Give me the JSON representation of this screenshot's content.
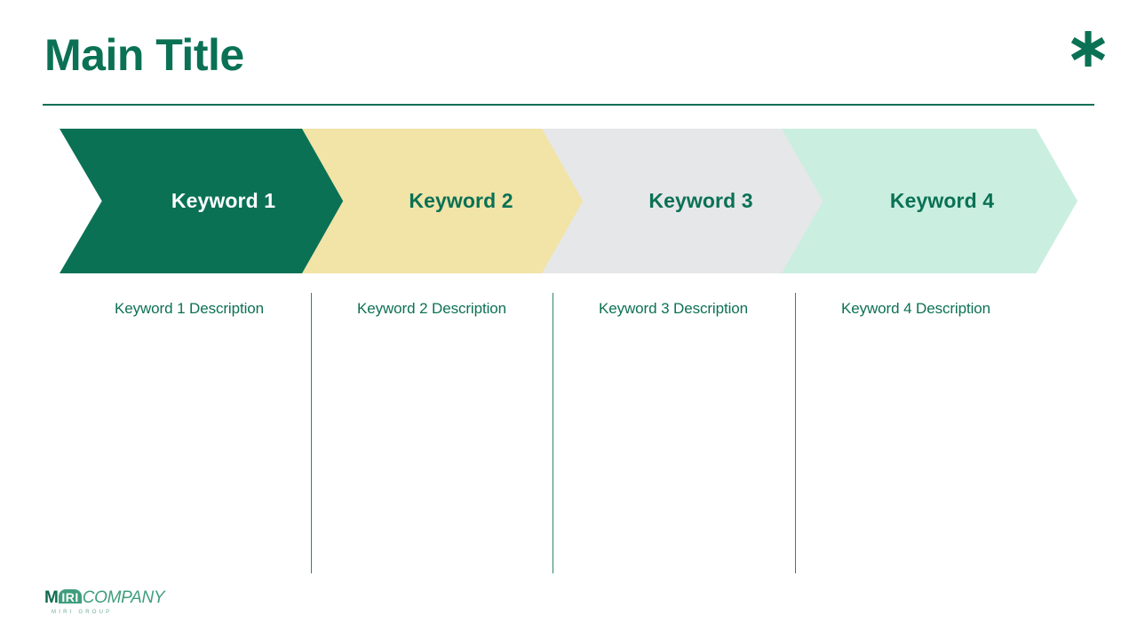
{
  "header": {
    "title": "Main Title",
    "asterisk_icon": "asterisk-icon",
    "accent_color": "#0A7155",
    "rule_color": "#0A6E56"
  },
  "process": {
    "steps": [
      {
        "label": "Keyword 1",
        "description": "Keyword 1 Description",
        "fill": "#0A7155",
        "text_color": "#FFFFFF"
      },
      {
        "label": "Keyword 2",
        "description": "Keyword 2 Description",
        "fill": "#F2E3A7",
        "text_color": "#0A7155"
      },
      {
        "label": "Keyword 3",
        "description": "Keyword 3 Description",
        "fill": "#E6E7E8",
        "text_color": "#0A7155"
      },
      {
        "label": "Keyword 4",
        "description": "Keyword 4 Description",
        "fill": "#CAEEDF",
        "text_color": "#0A7155"
      }
    ]
  },
  "footer": {
    "logo": {
      "mark": "M",
      "badge": "IRI",
      "name": "COMPANY",
      "tagline": "MIRI GROUP"
    }
  }
}
